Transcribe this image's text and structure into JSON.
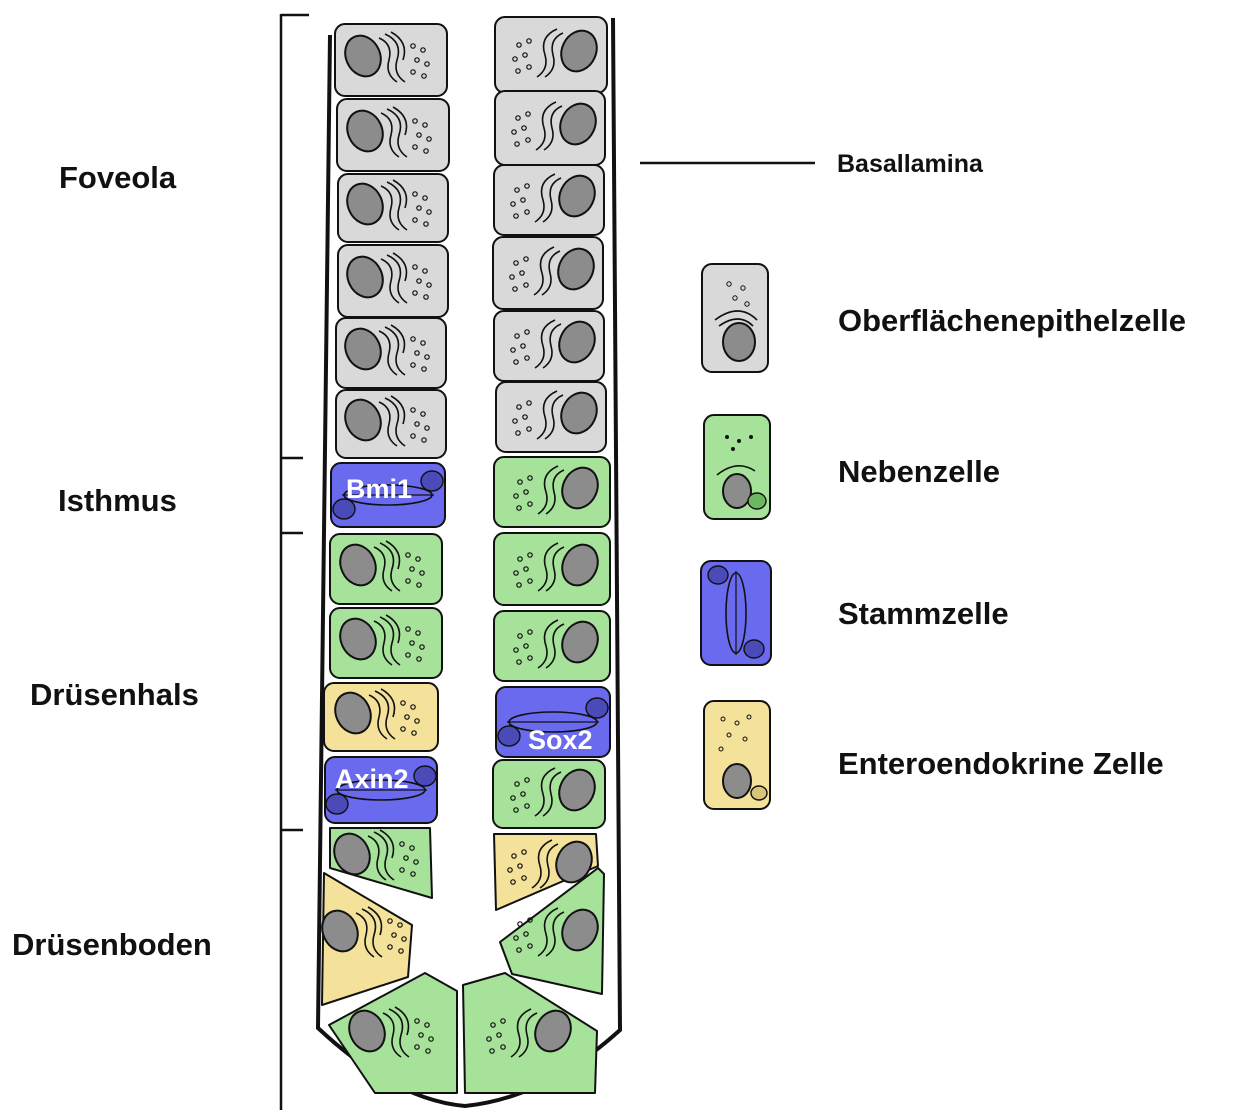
{
  "regions": {
    "foveola": "Foveola",
    "isthmus": "Isthmus",
    "druesenhals": "Drüsenhals",
    "druesenboden": "Drüsenboden"
  },
  "basal_lamina": "Basallamina",
  "markers": {
    "bmi1": "Bmi1",
    "sox2": "Sox2",
    "axin2": "Axin2"
  },
  "legend": [
    {
      "label": "Oberflächenepithelzelle",
      "cell_type": "surface",
      "color": "#d9d9d9"
    },
    {
      "label": "Nebenzelle",
      "cell_type": "neck",
      "color": "#a6e29a"
    },
    {
      "label": "Stammzelle",
      "cell_type": "stem",
      "color": "#6a6aee"
    },
    {
      "label": "Enteroendokrine Zelle",
      "cell_type": "enteroendocrine",
      "color": "#f5e29a"
    }
  ],
  "colors": {
    "surface": "#d9d9d9",
    "neck": "#a6e29a",
    "stem": "#6a6aee",
    "enteroendocrine": "#f5e29a",
    "nucleus": "#8c8c8c",
    "outline": "#111111"
  }
}
